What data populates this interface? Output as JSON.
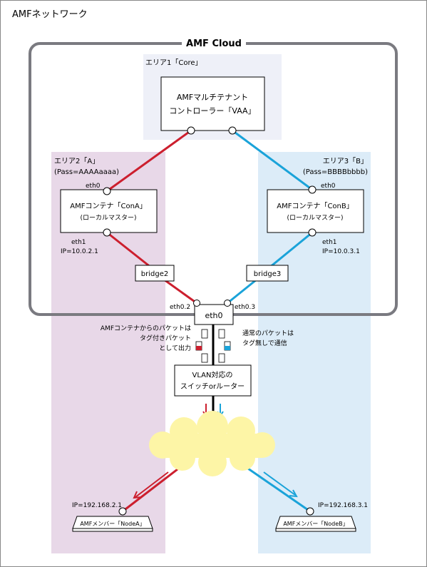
{
  "page": {
    "title": "AMFネットワーク"
  },
  "cloud": {
    "label": "AMF Cloud"
  },
  "areas": {
    "core": {
      "label": "エリア1「Core」"
    },
    "a": {
      "label": "エリア2「A」",
      "pass": "(Pass=AAAAaaaa)"
    },
    "b": {
      "label": "エリア3「B」",
      "pass": "(Pass=BBBBbbbb)"
    }
  },
  "controller": {
    "line1": "AMFマルチテナント",
    "line2": "コントローラー「VAA」"
  },
  "con_a": {
    "line1": "AMFコンテナ「ConA」",
    "line2": "(ローカルマスター)",
    "eth0": "eth0",
    "eth1": "eth1",
    "ip": "IP=10.0.2.1"
  },
  "con_b": {
    "line1": "AMFコンテナ「ConB」",
    "line2": "(ローカルマスター)",
    "eth0": "eth0",
    "eth1": "eth1",
    "ip": "IP=10.0.3.1"
  },
  "bridges": {
    "b2": "bridge2",
    "b3": "bridge3"
  },
  "host": {
    "eth0": "eth0",
    "eth02": "eth0.2",
    "eth03": "eth0.3"
  },
  "notes": {
    "tagged": [
      "AMFコンテナからのパケットは",
      "タグ付きパケット",
      "として出力"
    ],
    "untagged": [
      "通常のパケットは",
      "タグ無しで通信"
    ]
  },
  "switch": {
    "line1": "VLAN対応の",
    "line2": "スイッチorルーター"
  },
  "node_a": {
    "ip": "IP=192.168.2.1",
    "label": "AMFメンバー「NodeA」"
  },
  "node_b": {
    "ip": "IP=192.168.3.1",
    "label": "AMFメンバー「NodeB」"
  },
  "colors": {
    "red": "#cc1f2e",
    "blue": "#1aa3d9",
    "area_core": "#eef0f8",
    "area_a": "#e8d8e8",
    "area_b": "#dcecf8",
    "cloud_border": "#7a7a80",
    "cloud_fill": "#fdf5a6"
  }
}
